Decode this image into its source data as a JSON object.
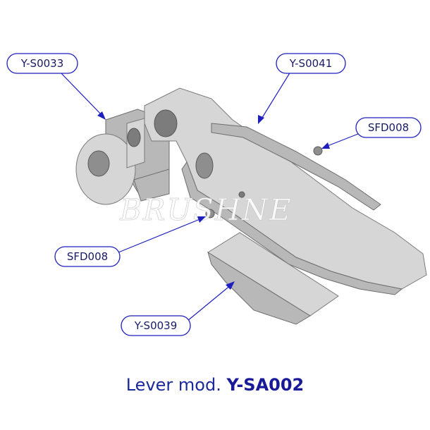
{
  "callouts": [
    {
      "label": "Y-S0033"
    },
    {
      "label": "Y-S0041"
    },
    {
      "label": "SFD008"
    },
    {
      "label": "SFD008"
    },
    {
      "label": "Y-S0039"
    }
  ],
  "watermark": "BRUSHNE",
  "title": {
    "prefix": "Lever mod. ",
    "model": "Y-SA002"
  },
  "colors": {
    "callout_stroke": "#1f1fbf",
    "title_text": "#1a2a9a"
  }
}
